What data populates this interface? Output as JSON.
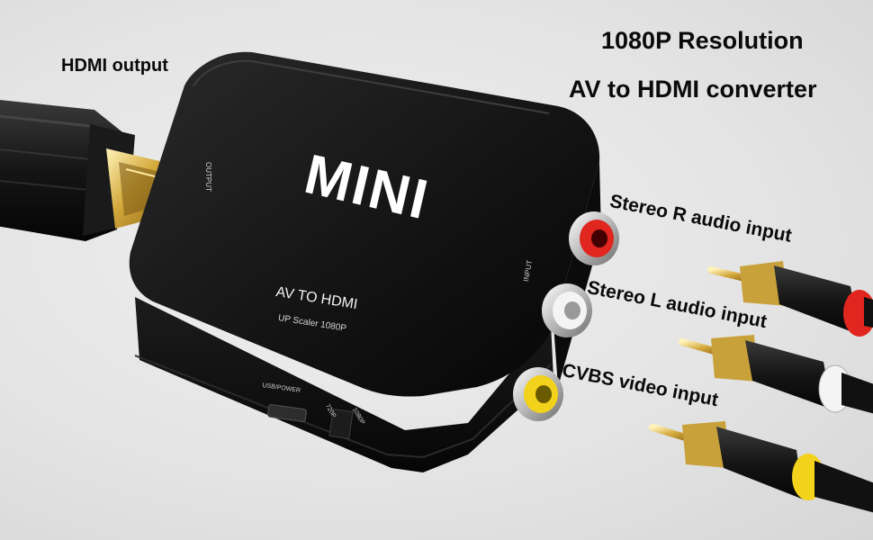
{
  "headline": {
    "resolution": "1080P Resolution",
    "product": "AV to HDMI converter"
  },
  "callouts": {
    "hdmi_output": "HDMI output",
    "stereo_r": "Stereo R audio input",
    "stereo_l": "Stereo L audio input",
    "cvbs": "CVBS video input"
  },
  "device": {
    "brand": "MINI",
    "model": "AV TO HDMI",
    "scaler": "UP Scaler 1080P",
    "output_label": "OUTPUT",
    "input_label": "INPUT",
    "usb_label": "USB/POWER",
    "switch_720": "720P",
    "switch_1080": "1080P"
  },
  "colors": {
    "device_body": "#111111",
    "jack_red": "#e0261f",
    "jack_white": "#f4f4f4",
    "jack_yellow": "#f2d21b",
    "gold": "#c9a13a"
  }
}
